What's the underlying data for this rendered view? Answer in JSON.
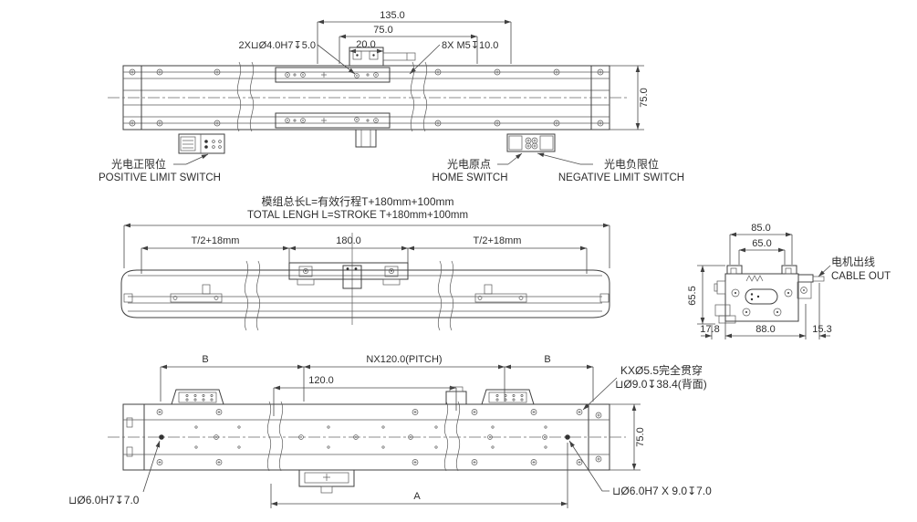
{
  "colors": {
    "line": "#3f3f3f",
    "text": "#2e2e2e",
    "background": "#ffffff"
  },
  "top_view": {
    "dim_135": "135.0",
    "dim_75": "75.0",
    "dim_20": "20.0",
    "dim_height": "75.0",
    "callout_counterbore": "2X⊔Ø4.0H7↧5.0",
    "callout_tap": "8X M5↧10.0",
    "positive_limit_cn": "光电正限位",
    "positive_limit_en": "POSITIVE LIMIT SWITCH",
    "home_cn": "光电原点",
    "home_en": "HOME SWITCH",
    "negative_limit_cn": "光电负限位",
    "negative_limit_en": "NEGATIVE LIMIT SWITCH"
  },
  "front_view": {
    "title_cn": "模组总长L=有效行程T+180mm+100mm",
    "title_en": "TOTAL LENGH L=STROKE T+180mm+100mm",
    "dim_left": "T/2+18mm",
    "dim_center": "180.0",
    "dim_right": "T/2+18mm"
  },
  "end_view": {
    "dim_85": "85.0",
    "dim_65": "65.0",
    "dim_height": "65.5",
    "dim_17_8": "17.8",
    "dim_88": "88.0",
    "dim_15_3": "15.3",
    "cable_cn": "电机出线",
    "cable_en": "CABLE OUT"
  },
  "bottom_view": {
    "dim_b_left": "B",
    "dim_pitch": "NX120.0(PITCH)",
    "dim_b_right": "B",
    "dim_120": "120.0",
    "callout_kx_line1": "KXØ5.5完全贯穿",
    "callout_kx_line2": "⊔Ø9.0↧38.4(背面)",
    "dim_height": "75.0",
    "dim_a": "A",
    "callout_dowel_left": "⊔Ø6.0H7↧7.0",
    "callout_dowel_right": "⊔Ø6.0H7 X 9.0↧7.0"
  }
}
